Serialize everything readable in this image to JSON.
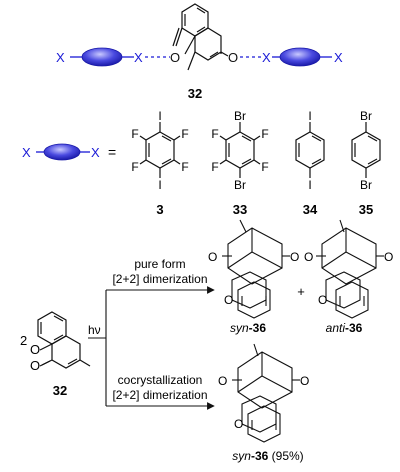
{
  "top": {
    "left_x1": "X",
    "left_x2": "X",
    "right_x1": "X",
    "right_x2": "X",
    "o1": "O",
    "o2": "O",
    "compound": "32"
  },
  "legend": {
    "x1": "X",
    "x2": "X",
    "equals": "=",
    "c3": {
      "top": "I",
      "bottom": "I",
      "f1": "F",
      "f2": "F",
      "f3": "F",
      "f4": "F",
      "label": "3"
    },
    "c33": {
      "top": "Br",
      "bottom": "Br",
      "f1": "F",
      "f2": "F",
      "f3": "F",
      "f4": "F",
      "label": "33"
    },
    "c34": {
      "top": "I",
      "bottom": "I",
      "label": "34"
    },
    "c35": {
      "top": "Br",
      "bottom": "Br",
      "label": "35"
    }
  },
  "reaction": {
    "coef": "2",
    "o1": "O",
    "o2": "O",
    "reactant": "32",
    "hv": "hν",
    "upper_cond1": "pure form",
    "upper_cond2": "[2+2] dimerization",
    "lower_cond1": "cocrystallization",
    "lower_cond2": "[2+2] dimerization",
    "plus": "+",
    "syn_prefix": "syn",
    "syn_num": "-36",
    "anti_prefix": "anti",
    "anti_num": "-36",
    "syn2_prefix": "syn",
    "syn2_num": "-36",
    "yield": "(95%)"
  },
  "colors": {
    "accent": "#1a1ad6",
    "ellipse": "#3b3bd9"
  }
}
